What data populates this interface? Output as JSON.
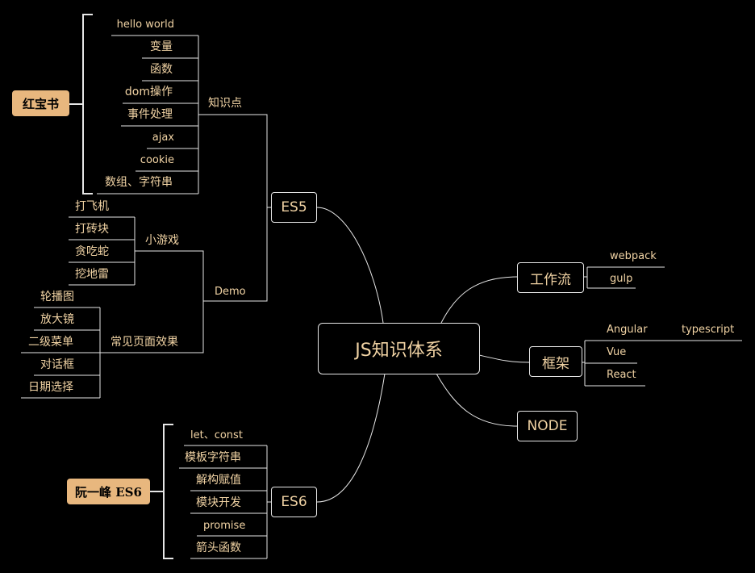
{
  "root": "JS知识体系",
  "es5": {
    "title": "ES5",
    "knowledge": {
      "label": "知识点",
      "items": [
        "hello world",
        "变量",
        "函数",
        "dom操作",
        "事件处理",
        "ajax",
        "cookie",
        "数组、字符串"
      ]
    },
    "demo": {
      "label": "Demo",
      "games": {
        "label": "小游戏",
        "items": [
          "打飞机",
          "打砖块",
          "贪吃蛇",
          "挖地雷"
        ]
      },
      "effects": {
        "label": "常见页面效果",
        "items": [
          "轮播图",
          "放大镜",
          "二级菜单",
          "对话框",
          "日期选择"
        ]
      }
    }
  },
  "es6": {
    "title": "ES6",
    "items": [
      "let、const",
      "模板字符串",
      "解构赋值",
      "模块开发",
      "promise",
      "箭头函数"
    ]
  },
  "workflow": {
    "title": "工作流",
    "items": [
      "webpack",
      "gulp"
    ]
  },
  "framework": {
    "title": "框架",
    "items": [
      "Angular",
      "Vue",
      "React"
    ],
    "angular_child": "typescript"
  },
  "node": {
    "title": "NODE"
  },
  "tags": {
    "redbook": "红宝书",
    "ruanyifeng": "阮一峰 ES6"
  },
  "colors": {
    "background": "#000000",
    "line": "#e6e6e6",
    "text": "#f1d3a4",
    "tag": "#e8b77e"
  }
}
